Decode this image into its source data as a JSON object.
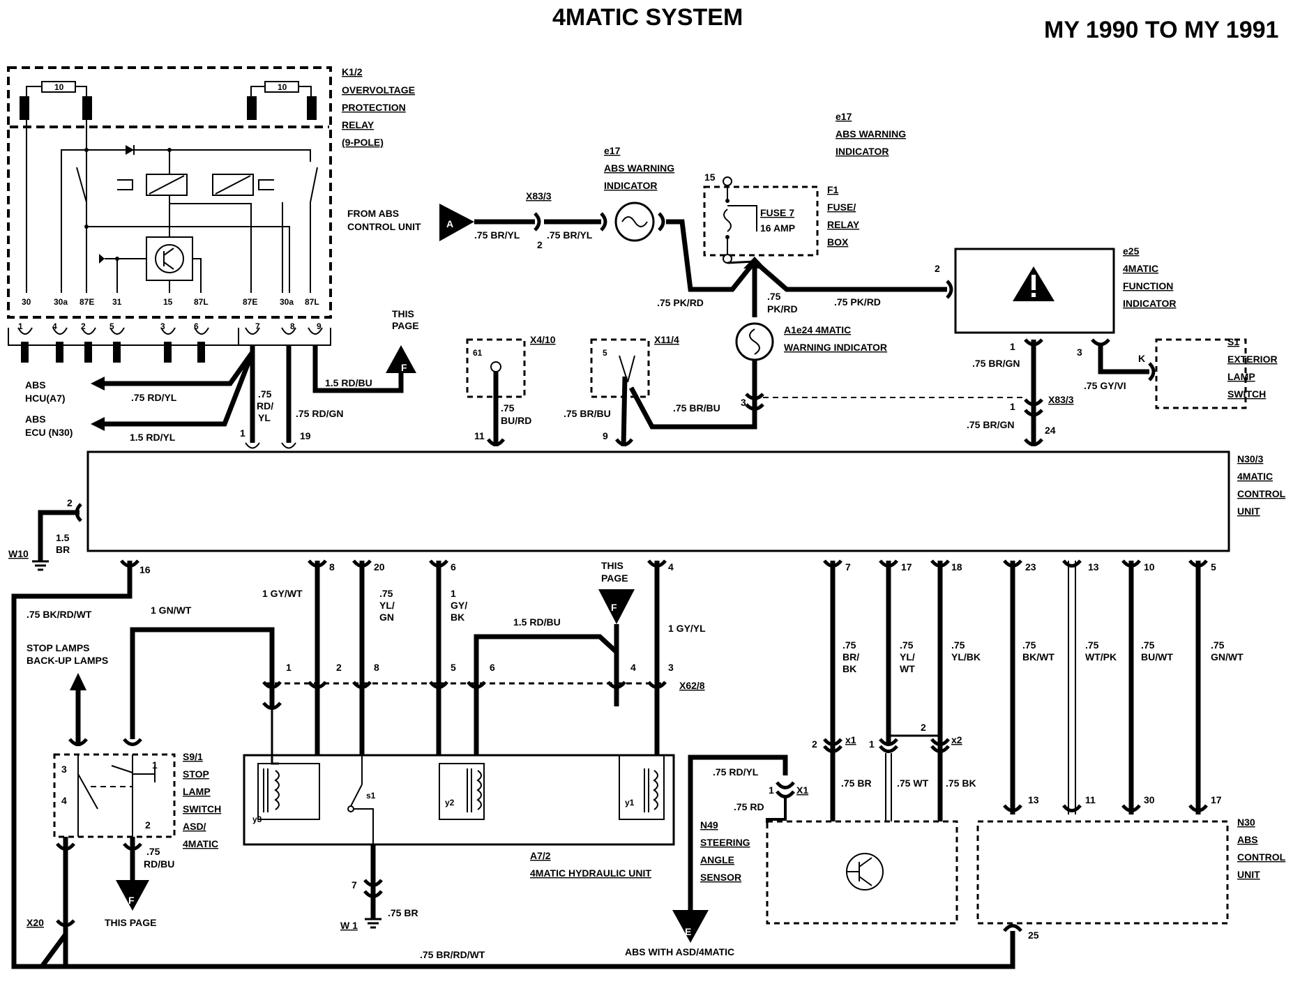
{
  "title": "4MATIC SYSTEM",
  "model_years": "MY 1990 TO MY 1991",
  "relay": {
    "id": "K1/2",
    "lines": [
      "OVERVOLTAGE",
      "PROTECTION",
      "RELAY",
      "(9-POLE)"
    ],
    "fuse_a": "10",
    "fuse_b": "10",
    "terminals": [
      "30",
      "30a",
      "87E",
      "31",
      "15",
      "87L",
      "87E",
      "30a",
      "87L"
    ],
    "pins": [
      "1",
      "4",
      "2",
      "5",
      "3",
      "6",
      "7",
      "8",
      "9"
    ]
  },
  "abs_hcu": {
    "line1": "ABS",
    "line2": "HCU(A7)",
    "wire": ".75 RD/YL"
  },
  "abs_ecu": {
    "line1": "ABS",
    "line2": "ECU (N30)",
    "wire": "1.5 RD/YL"
  },
  "wires_top": {
    "rd_yl_a": ".75",
    "rd_yl_b": "RD/",
    "rd_yl_c": "YL",
    "rd_yl_pin": "1",
    "rd_gn": ".75 RD/GN",
    "rd_gn_pin": "19",
    "rd_bu": "1.5 RD/BU",
    "this_page_a": "THIS",
    "this_page_b": "PAGE",
    "flag_f": "F"
  },
  "from_abs": {
    "line1": "FROM ABS",
    "line2": "CONTROL UNIT",
    "flag": "A"
  },
  "x83_3_top": {
    "id": "X83/3",
    "wire_a": ".75 BR/YL",
    "pin": "2",
    "wire_b": ".75 BR/YL"
  },
  "e17_left": {
    "id": "e17",
    "line1": "ABS WARNING",
    "line2": "INDICATOR"
  },
  "e17_right": {
    "id": "e17",
    "line1": "ABS WARNING",
    "line2": "INDICATOR"
  },
  "fuse": {
    "terminal": "15",
    "name": "FUSE 7",
    "amp": "16 AMP",
    "id": "F1",
    "lines": [
      "FUSE/",
      "RELAY",
      "BOX"
    ]
  },
  "pk_rd_wires": {
    "left": ".75 PK/RD",
    "mid_a": ".75",
    "mid_b": "PK/RD",
    "right": ".75 PK/RD"
  },
  "e25": {
    "id": "e25",
    "lines": [
      "4MATIC",
      "FUNCTION",
      "INDICATOR"
    ],
    "pin": "2"
  },
  "a1e24": {
    "line1": "A1e24 4MATIC",
    "line2": "WARNING INDICATOR",
    "pin": "3"
  },
  "x4_10": {
    "id": "X4/10",
    "pin_label": "61",
    "wire_a": ".75",
    "wire_b": "BU/RD",
    "pin": "11"
  },
  "x11_4": {
    "id": "X11/4",
    "pin_label": "5",
    "wire_left": ".75 BR/BU",
    "wire_right": ".75 BR/BU",
    "pin": "9"
  },
  "x83_3_right": {
    "id": "X83/3",
    "pin_top": "1",
    "wire_top": ".75 BR/GN",
    "pin_mid": "1",
    "wire_bottom": ".75 BR/GN",
    "pin": "24"
  },
  "s1": {
    "id": "S1",
    "lines": [
      "EXTERIOR",
      "LAMP",
      "SWITCH"
    ],
    "pin": "3",
    "k": "K",
    "wire": ".75 GY/VI"
  },
  "n30_3": {
    "id": "N30/3",
    "lines": [
      "4MATIC",
      "CONTROL",
      "UNIT"
    ]
  },
  "w10": {
    "id": "W10",
    "pin": "2",
    "wire_a": "1.5",
    "wire_b": "BR"
  },
  "left_loop": {
    "pin": "16",
    "wire": ".75 BK/RD/WT",
    "gn_wt": "1 GN/WT",
    "stop_a": "STOP LAMPS",
    "stop_b": "BACK-UP LAMPS"
  },
  "s9_1": {
    "id": "S9/1",
    "lines": [
      "STOP",
      "LAMP",
      "SWITCH",
      "ASD/",
      "4MATIC"
    ],
    "p1": "1",
    "p2": "2",
    "p3": "3",
    "p4": "4",
    "wire_a": ".75",
    "wire_b": "RD/BU",
    "flag": "F",
    "this_page": "THIS PAGE"
  },
  "hydraulic_wires": {
    "gy_wt": "1 GY/WT",
    "gy_wt_pin": "8",
    "yl_gn_a": ".75",
    "yl_gn_b": "YL/",
    "yl_gn_c": "GN",
    "yl_gn_pin": "20",
    "gy_bk_a": "1",
    "gy_bk_b": "GY/",
    "gy_bk_c": "BK",
    "gy_bk_pin": "6",
    "rd_bu": "1.5 RD/BU",
    "this_page_a": "THIS",
    "this_page_b": "PAGE",
    "flag": "F",
    "gy_yl": "1 GY/YL",
    "gy_yl_pin": "4"
  },
  "x62_8": {
    "id": "X62/8",
    "pins": [
      "1",
      "2",
      "8",
      "5",
      "6",
      "4",
      "3"
    ]
  },
  "a7_2": {
    "id": "A7/2",
    "name": "4MATIC HYDRAULIC UNIT",
    "y3": "y3",
    "s1": "s1",
    "y2": "y2",
    "y1": "y1",
    "pin": "7",
    "ground": "W 1",
    "wire": ".75 BR"
  },
  "n49": {
    "id": "N49",
    "lines": [
      "STEERING",
      "ANGLE",
      "SENSOR"
    ],
    "wire_top": ".75 RD/YL",
    "pin": "1",
    "conn": "X1",
    "wire_bottom": ".75 RD",
    "flag": "E"
  },
  "sensor_wires": {
    "br_bk_a": ".75",
    "br_bk_b": "BR/",
    "br_bk_c": "BK",
    "br_bk_pin": "7",
    "yl_wt_a": ".75",
    "yl_wt_b": "YL/",
    "yl_wt_c": "WT",
    "yl_wt_pin": "17",
    "yl_bk_a": ".75",
    "yl_bk_b": "YL/BK",
    "yl_bk_pin": "18",
    "x1": "x1",
    "x2": "x2",
    "p2a": "2",
    "p1": "1",
    "p2b": "2",
    "br": ".75 BR",
    "wt": ".75 WT",
    "bk": ".75 BK"
  },
  "abs_wires": [
    {
      "a": ".75",
      "b": "BK/WT",
      "top": "23",
      "bottom": "13"
    },
    {
      "a": ".75",
      "b": "WT/PK",
      "top": "13",
      "bottom": "11"
    },
    {
      "a": ".75",
      "b": "BU/WT",
      "top": "10",
      "bottom": "30"
    },
    {
      "a": ".75",
      "b": "GN/WT",
      "top": "5",
      "bottom": "17"
    }
  ],
  "n30": {
    "id": "N30",
    "lines": [
      "ABS",
      "CONTROL",
      "UNIT"
    ],
    "pin": "25"
  },
  "bottom": {
    "x20": "X20",
    "wire": ".75 BR/RD/WT",
    "abs_asd": "ABS WITH ASD/4MATIC"
  }
}
